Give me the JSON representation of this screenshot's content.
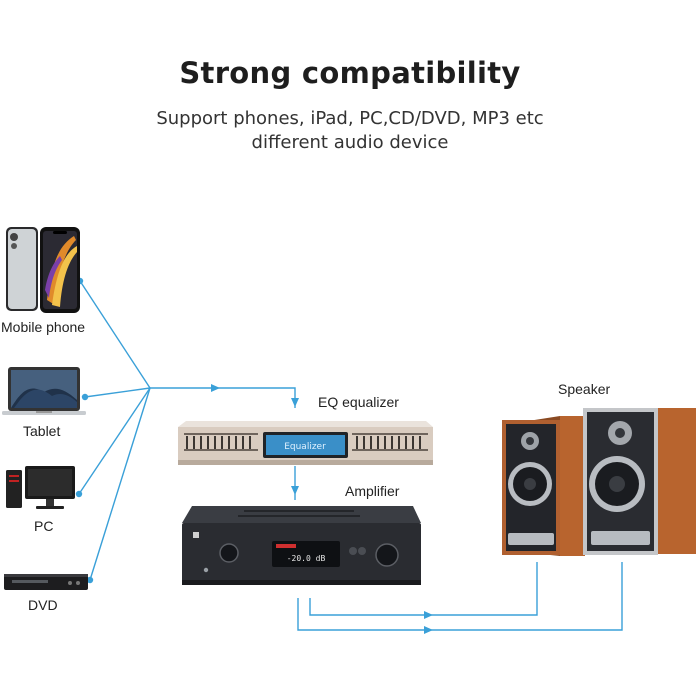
{
  "heading": {
    "title": "Strong compatibility",
    "subtitle_line1": "Support phones, iPad, PC,CD/DVD, MP3 etc",
    "subtitle_line2": "different audio device"
  },
  "sources": [
    {
      "label": "Mobile phone",
      "icon": "phone-icon"
    },
    {
      "label": "Tablet",
      "icon": "laptop-icon"
    },
    {
      "label": "PC",
      "icon": "desktop-pc-icon"
    },
    {
      "label": "DVD",
      "icon": "dvd-player-icon"
    }
  ],
  "devices": {
    "eq_label": "EQ equalizer",
    "amp_label": "Amplifier",
    "speaker_label": "Speaker",
    "amp_display": "-20.0 dB",
    "eq_display": "Equalizer"
  },
  "colors": {
    "connector": "#3aa0d8",
    "title": "#1e1e1e",
    "speaker_wood": "#b8642e",
    "amp_body": "#2a2c31",
    "eq_body": "#d9ccc0"
  }
}
